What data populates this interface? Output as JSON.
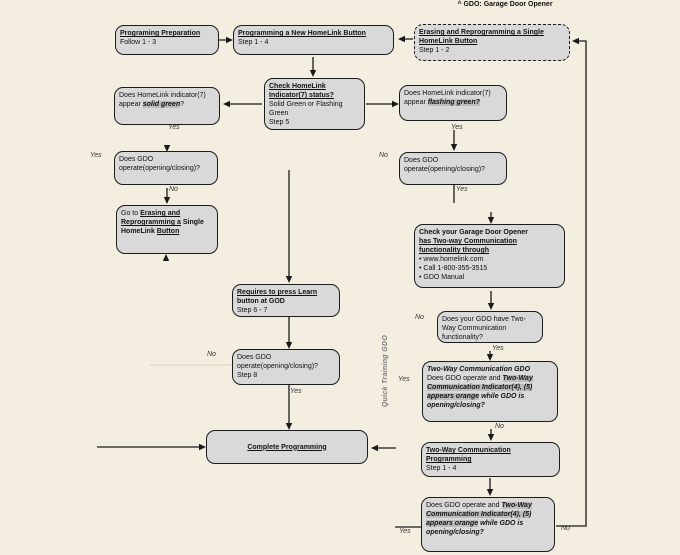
{
  "footnote": "^ GDO: Garage Door Opener",
  "section_label": "Quick Training GDO",
  "colors": {
    "background": "#f3eee0",
    "box_fill": "#d9d9d9",
    "highlight_fill": "#bdbdbd",
    "line": "#1a1a1a"
  },
  "boxes": {
    "prep": {
      "title": "Programing Preparation",
      "subtitle": "Follow 1 - 3"
    },
    "new_button": {
      "title": "Programming a New HomeLink Button",
      "subtitle": "Step 1 - 4"
    },
    "erase_top": {
      "title": "Erasing and Reprogramming a Single HomeLink Button",
      "subtitle": "Step 1 - 2"
    },
    "check_indicator": {
      "title": "Check HomeLink Indicator(7) status?",
      "line2": "Solid Green or Flashing Green",
      "line3": "Step 5"
    },
    "solid_green": {
      "prefix": "Does HomeLink indicator(7) appear ",
      "highlight": "solid green",
      "suffix": "?"
    },
    "flashing_green": {
      "prefix": "Does HomeLink indicator(7) appear ",
      "highlight": "flashing green?"
    },
    "gdo_left": {
      "text": "Does GDO operate(opening/closing)?"
    },
    "goto_erase": {
      "prefix": "Go to ",
      "link1": "Erasing and Reprogramming a",
      "mid": " Single HomeLink ",
      "link2": "Button"
    },
    "gdo_right": {
      "text": "Does GDO operate(opening/closing)?"
    },
    "check_gdo": {
      "title1": "Check your Garage Door Opener",
      "title2": "has Two-way Communication functionality through",
      "bullet_char": "•",
      "bullets": [
        "www.homelink.com",
        "Call 1-800-355-3515",
        "GDO Manual"
      ]
    },
    "learn": {
      "title": "Requires to press Learn",
      "line2": "button at GOD",
      "line3": "Step 6 - 7"
    },
    "have_twoway": {
      "text": "Does your GDO have Two-Way Communication functionality?"
    },
    "gdo_step8": {
      "text": "Does GDO operate(opening/closing)?",
      "step": "Step 8"
    },
    "twoway_gdo": {
      "title": "Two-Way Communication GDO",
      "prefix": "Does GDO operate and ",
      "hl1": "Two-Way Communication Indicator(4), (5)",
      "mid": " ",
      "hl2": "appears orange",
      "suffix": " while GDO is opening/closing?"
    },
    "complete": {
      "title": "Complete Programming"
    },
    "twoway_prog": {
      "title": "Two-Way Communication Programming",
      "subtitle": "Step 1 - 4"
    },
    "final_check": {
      "prefix": "Does GDO operate and ",
      "hl1": "Two-Way Communication Indicator(4), (5)",
      "mid": " ",
      "hl2": "appears orange",
      "suffix": " while GDO is opening/closing?"
    }
  },
  "edge_labels": [
    {
      "text": "Yes"
    },
    {
      "text": "Yes"
    },
    {
      "text": "No"
    },
    {
      "text": "Yes"
    },
    {
      "text": "No"
    },
    {
      "text": "Yes"
    },
    {
      "text": "No"
    },
    {
      "text": "Yes"
    },
    {
      "text": "Yes"
    },
    {
      "text": "No"
    },
    {
      "text": "No"
    },
    {
      "text": "Yes"
    },
    {
      "text": "Yes"
    },
    {
      "text": "No"
    }
  ]
}
